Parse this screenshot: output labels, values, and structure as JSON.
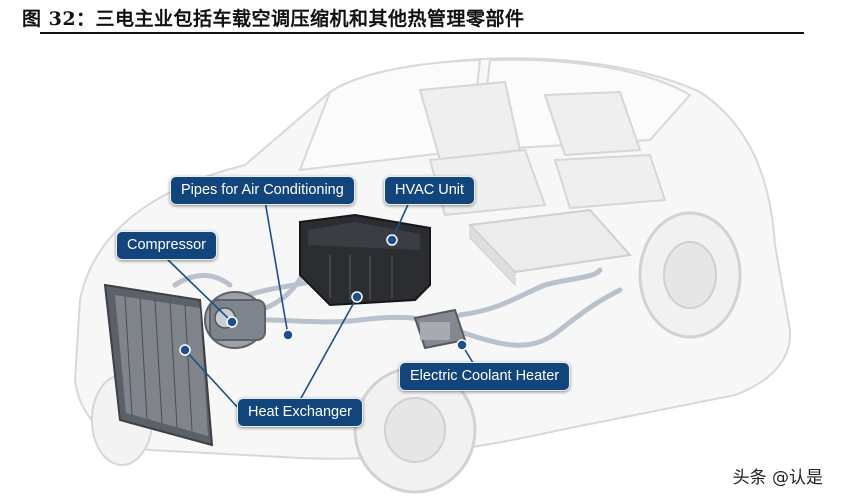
{
  "figure": {
    "title": "图 32：三电主业包括车载空调压缩机和其他热管理零部件",
    "watermark": "头条 @认是"
  },
  "callouts": {
    "pipes": "Pipes for Air Conditioning",
    "hvac": "HVAC Unit",
    "compressor": "Compressor",
    "heater": "Electric Coolant Heater",
    "exchanger": "Heat Exchanger"
  },
  "colors": {
    "callout_bg": "#13457d",
    "leader": "#1d4f8c",
    "car_outline": "#d8d8d8",
    "component_dark": "#2b2d31",
    "pipe": "#b9c2cc"
  }
}
